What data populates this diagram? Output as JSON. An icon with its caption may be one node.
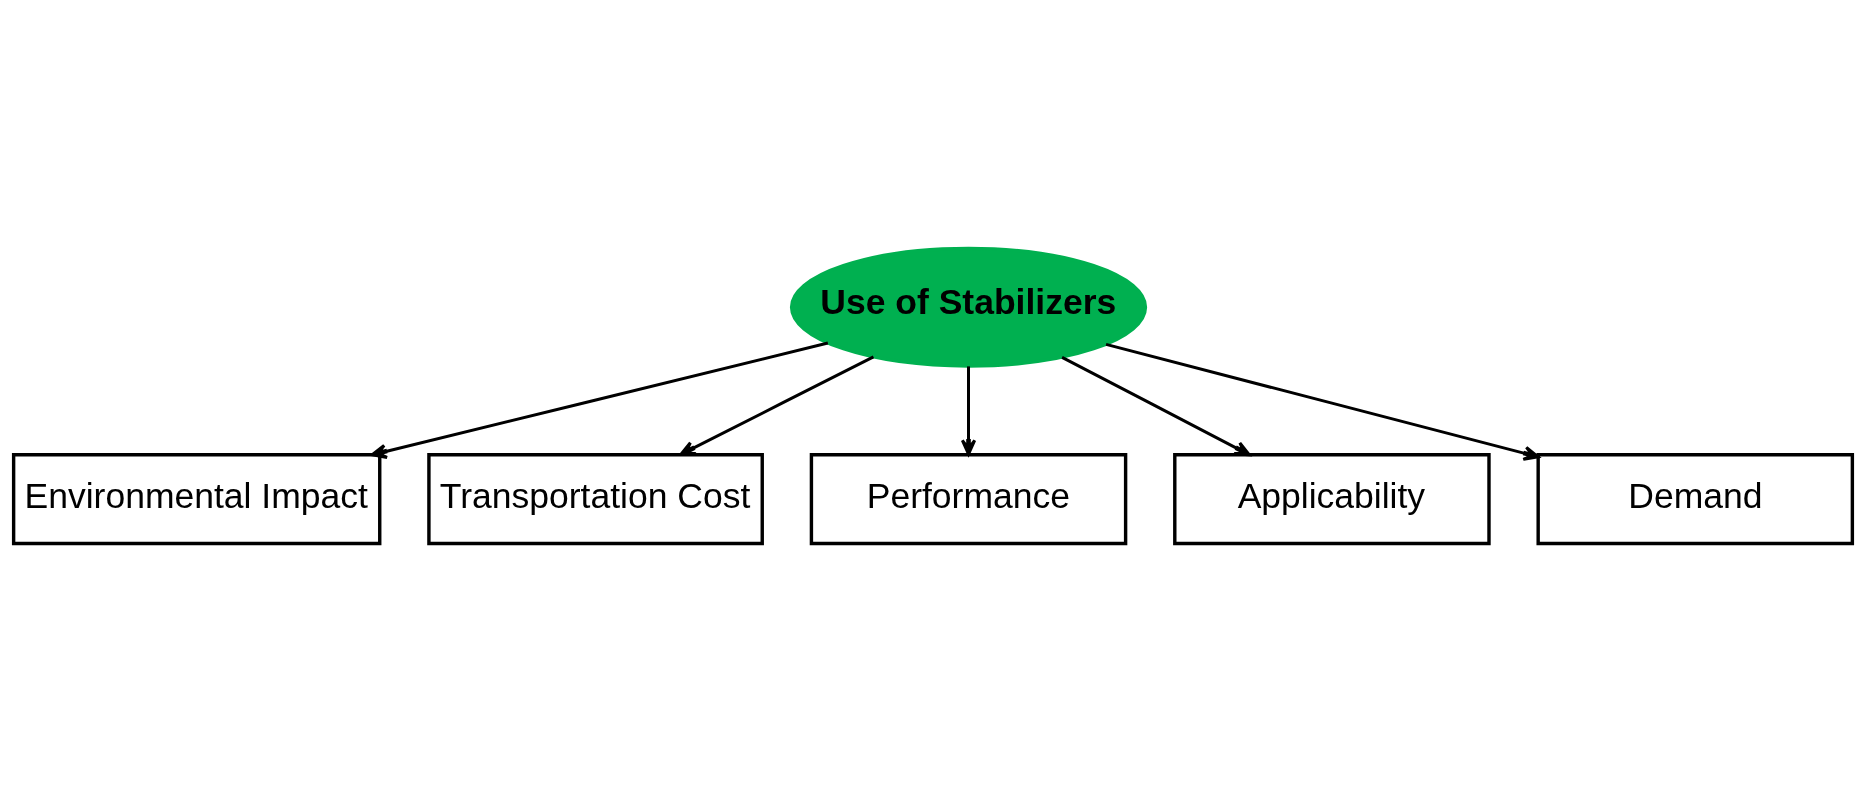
{
  "diagram": {
    "nodes": [
      {
        "text": [
          "Use of Stabilizers"
        ]
      },
      {
        "text": [
          "Environmental Impact"
        ]
      },
      {
        "text": [
          "Transportation Cost"
        ]
      },
      {
        "text": [
          "Performance"
        ]
      },
      {
        "text": [
          "Applicability"
        ]
      },
      {
        "text": [
          "Demand"
        ]
      }
    ],
    "edges": [
      {
        "from": 0,
        "to": 1,
        "arrow": "to"
      },
      {
        "from": 0,
        "to": 2,
        "arrow": "to"
      },
      {
        "from": 0,
        "to": 3,
        "arrow": "to"
      },
      {
        "from": 0,
        "to": 4,
        "arrow": "to"
      },
      {
        "from": 0,
        "to": 5,
        "arrow": "to"
      }
    ]
  }
}
